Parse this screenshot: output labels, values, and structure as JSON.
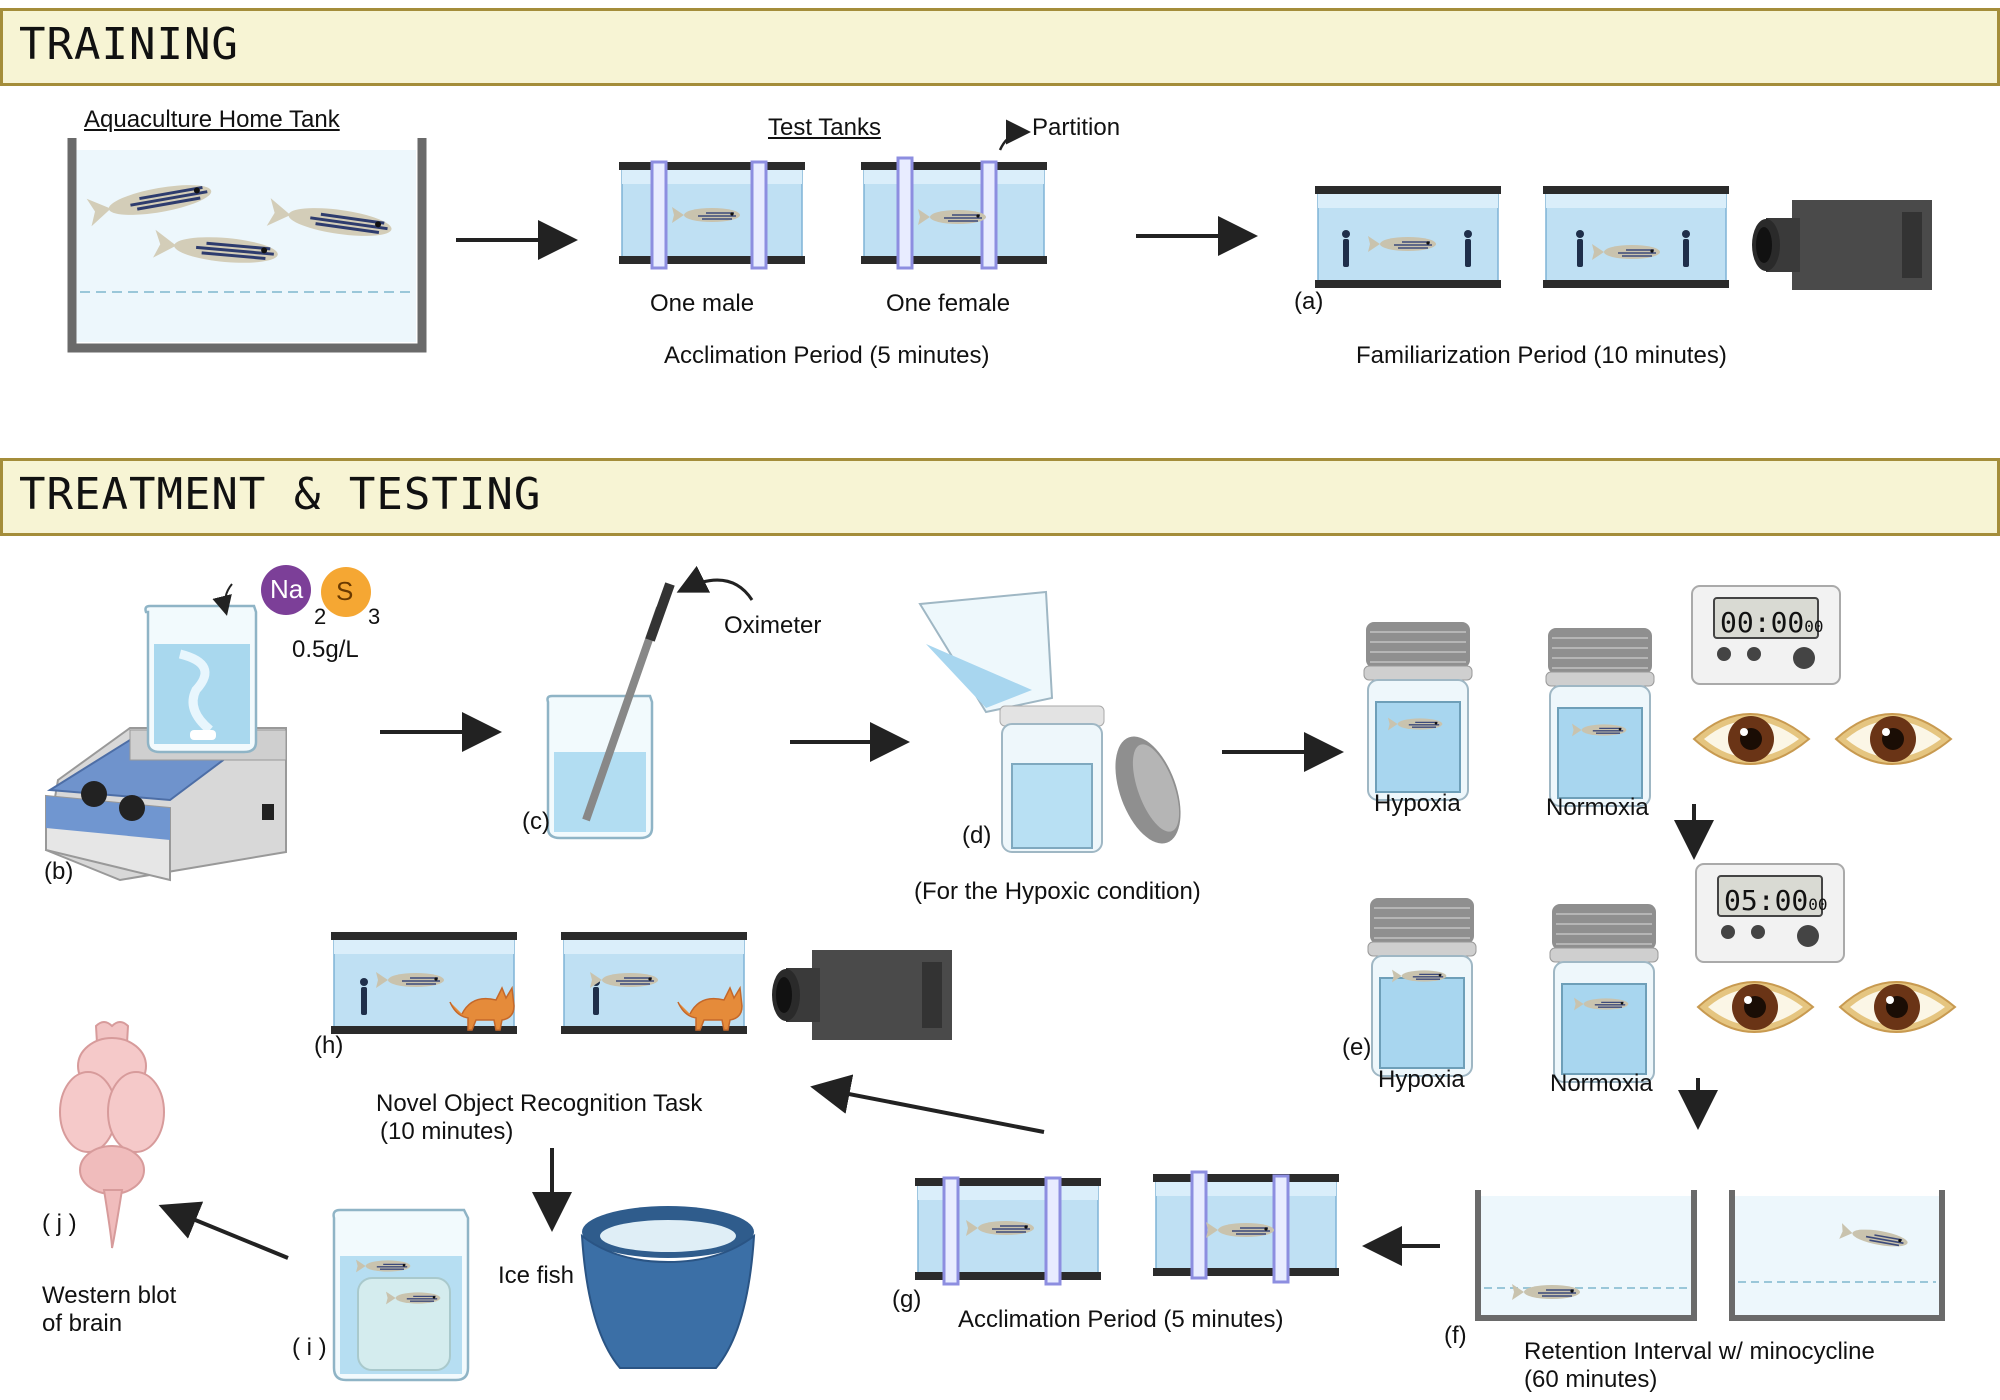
{
  "sections": {
    "training": "TRAINING",
    "treatment": "TREATMENT & TESTING"
  },
  "training": {
    "home_tank": "Aquaculture Home Tank",
    "test_tanks": "Test Tanks",
    "partition": "Partition",
    "one_male": "One male",
    "one_female": "One female",
    "acclimation": "Acclimation Period (5 minutes)",
    "familiarization": "Familiarization Period (10 minutes)",
    "tag_a": "(a)"
  },
  "treatment": {
    "na": "Na",
    "s": "S",
    "sub2": "2",
    "sub3": "3",
    "concentration": "0.5g/L",
    "tag_b": "(b)",
    "oximeter": "Oximeter",
    "tag_c": "(c)",
    "tag_d": "(d)",
    "hypoxic_condition": "(For the Hypoxic condition)",
    "hypoxia_1": "Hypoxia",
    "normoxia_1": "Normoxia",
    "timer_1": "00:00",
    "timer_1_small": "00",
    "timer_2": "05:00",
    "timer_2_small": "00",
    "tag_e": "(e)",
    "hypoxia_2": "Hypoxia",
    "normoxia_2": "Normoxia",
    "tag_f": "(f)",
    "retention_1": "Retention Interval w/ minocycline",
    "retention_2": "(60 minutes)",
    "tag_g": "(g)",
    "acclimation_2": "Acclimation Period (5 minutes)",
    "tag_h": "(h)",
    "nor_task_1": "Novel Object Recognition Task",
    "nor_task_2": "(10 minutes)",
    "ice_fish": "Ice fish",
    "tag_i": "( i )",
    "tag_j": "( j )",
    "western_1": "Western blot",
    "western_2": "of brain"
  }
}
